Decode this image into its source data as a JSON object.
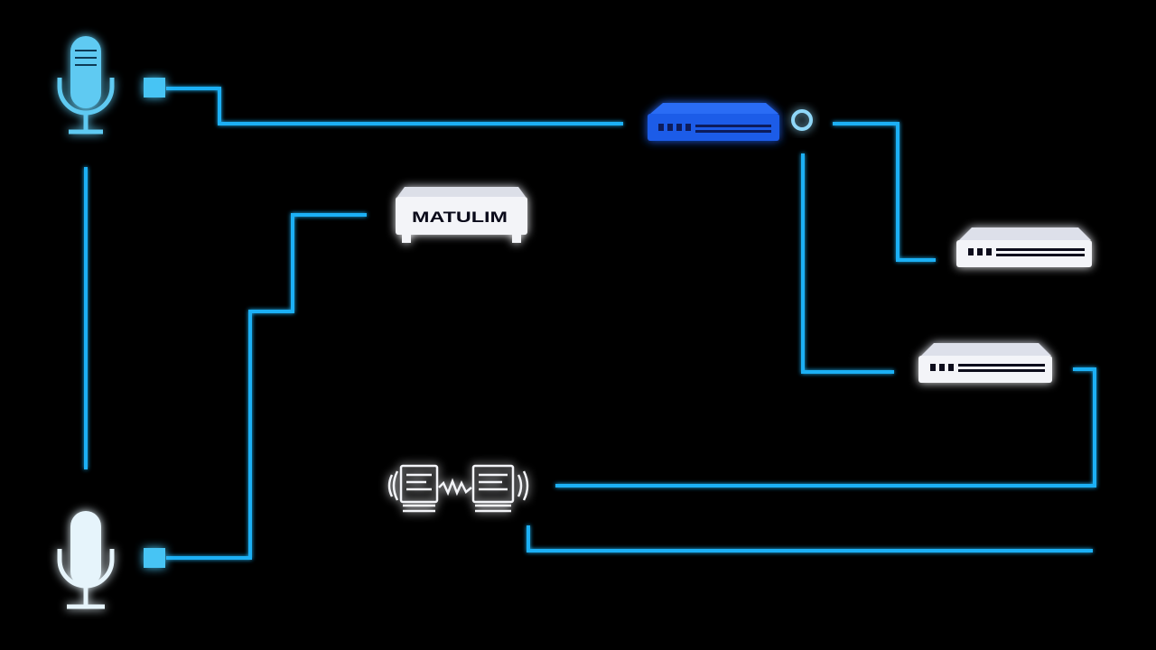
{
  "colors": {
    "background": "#000000",
    "wire": "#1eb0f5",
    "mic_top": "#5fcaf2",
    "mic_bottom": "#e6f4fb",
    "switch_blue": "#1d5be8",
    "device_white": "#f3f4f8"
  },
  "nodes": [
    {
      "id": "microphone-top",
      "icon": "microphone-icon"
    },
    {
      "id": "microphone-bottom",
      "icon": "microphone-icon"
    },
    {
      "id": "blue-network-switch",
      "icon": "network-switch-icon"
    },
    {
      "id": "labeled-device",
      "icon": "rack-device-icon",
      "label": "MATULIM"
    },
    {
      "id": "network-switch-right-upper",
      "icon": "network-switch-icon"
    },
    {
      "id": "network-switch-right-lower",
      "icon": "network-switch-icon"
    },
    {
      "id": "audio-transceiver-pair",
      "icon": "audio-transceiver-icon"
    }
  ],
  "edges": [
    {
      "from": "microphone-top",
      "to": "blue-network-switch"
    },
    {
      "from": "microphone-top",
      "to": "microphone-bottom"
    },
    {
      "from": "microphone-bottom",
      "to": "labeled-device"
    },
    {
      "from": "blue-network-switch",
      "to": "network-switch-right-upper"
    },
    {
      "from": "blue-network-switch",
      "to": "network-switch-right-lower"
    },
    {
      "from": "network-switch-right-lower",
      "to": "audio-transceiver-pair"
    },
    {
      "from": "audio-transceiver-pair",
      "to": "right-edge"
    }
  ]
}
